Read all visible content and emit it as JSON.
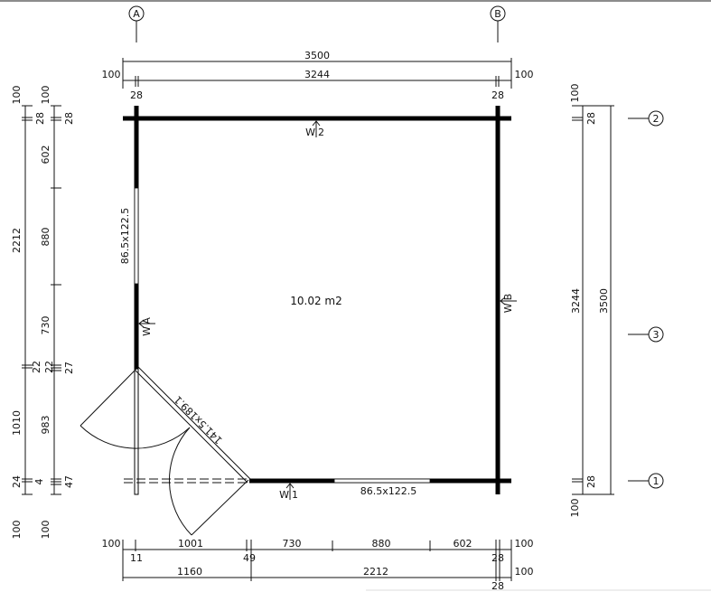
{
  "grid": {
    "a": "A",
    "b": "B",
    "r1": "1",
    "r2": "2",
    "r3": "3"
  },
  "area": "10.02 m2",
  "walls": {
    "w1": "W1",
    "w2": "W2",
    "wa": "WA",
    "wb": "WB"
  },
  "windows": {
    "left": "86.5x122.5",
    "bottom": "86.5x122.5",
    "door": "141.5x189.1"
  },
  "top_dims": {
    "overall": "3500",
    "inner": "3244",
    "left_ext": "100",
    "right_ext": "100",
    "left_wall": "28",
    "right_wall": "28"
  },
  "left_dims": {
    "outer": {
      "top_ext": "100",
      "wall_top": "28",
      "span": "2212",
      "mid": "22",
      "lower": "1010",
      "bottom_small": "24",
      "bottom_ext": "100"
    },
    "inner": {
      "top_ext": "100",
      "wall_top": "28",
      "s1": "602",
      "s2": "880",
      "s3": "730",
      "mid_a": "22",
      "mid_b": "27",
      "s4": "983",
      "small": "4",
      "bottom_small": "47",
      "bottom_ext": "100"
    }
  },
  "right_dims": {
    "inner": "3244",
    "overall": "3500",
    "top_ext": "100",
    "bottom_ext": "100",
    "wall_top": "28",
    "wall_bottom": "28"
  },
  "bottom_dims": {
    "row1": {
      "left_ext": "100",
      "s1": "1001",
      "s2": "730",
      "s3": "880",
      "s4": "602",
      "right_ext": "100",
      "small_a": "11",
      "small_b": "49",
      "small_c": "28"
    },
    "row2": {
      "s1": "1160",
      "s2": "2212",
      "right_ext": "100",
      "small": "28"
    }
  }
}
